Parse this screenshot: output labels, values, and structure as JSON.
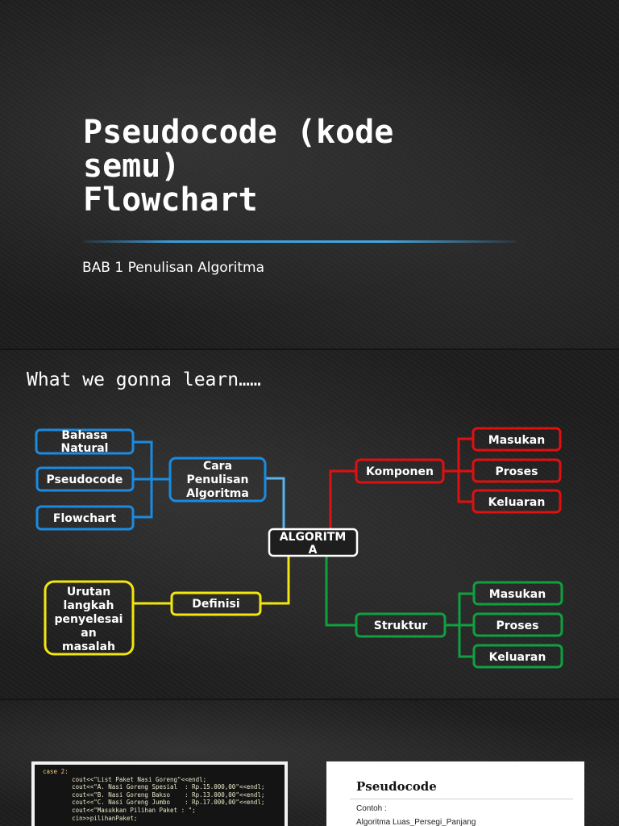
{
  "slide1": {
    "title_lines": [
      "Pseudocode (kode",
      "semu)",
      "Flowchart"
    ],
    "subtitle": "BAB 1 Penulisan Algoritma"
  },
  "slide2": {
    "heading": "What we gonna learn……",
    "nodes": {
      "bahasa_natural": [
        "Bahasa",
        "Natural"
      ],
      "pseudocode": "Pseudocode",
      "flowchart": "Flowchart",
      "cara_penulisan": [
        "Cara",
        "Penulisan",
        "Algoritma"
      ],
      "algoritma": [
        "ALGORITM",
        "A"
      ],
      "komponen": "Komponen",
      "komponen_children": [
        "Masukan",
        "Proses",
        "Keluaran"
      ],
      "struktur": "Struktur",
      "struktur_children": [
        "Masukan",
        "Proses",
        "Keluaran"
      ],
      "definisi": "Definisi",
      "urutan": [
        "Urutan",
        "langkah",
        "penyelesai",
        "an",
        "masalah"
      ]
    },
    "colors": {
      "blue": "#1a8be0",
      "red": "#e01010",
      "green": "#10a040",
      "yellow": "#f2e60e",
      "white": "#ffffff"
    }
  },
  "slide3": {
    "code_lines": [
      "case 2:",
      "        cout<<\"List Paket Nasi Goreng\"<<endl;",
      "        cout<<\"A. Nasi Goreng Spesial  : Rp.15.000,00\"<<endl;",
      "        cout<<\"B. Nasi Goreng Bakso    : Rp.13.000,00\"<<endl;",
      "        cout<<\"C. Nasi Goreng Jumbo    : Rp.17.000,00\"<<endl;",
      "",
      "        cout<<\"Masukkan Pilihan Paket : \";",
      "        cin>>pilihanPaket;"
    ],
    "doc_title": "Pseudocode",
    "doc_lines": [
      "Contoh :",
      "Algoritma Luas_Persegi_Panjang"
    ]
  }
}
